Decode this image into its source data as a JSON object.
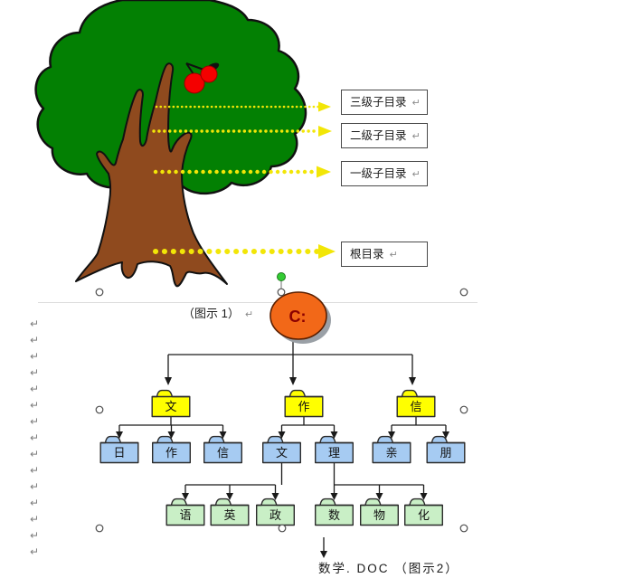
{
  "figure1": {
    "caption": "（图示 1）",
    "labels": [
      "三级子目录",
      "二级子目录",
      "一级子目录",
      "根目录"
    ]
  },
  "figure2": {
    "root_label": "C:",
    "level1": [
      "文",
      "作",
      "信"
    ],
    "level2": [
      "日",
      "作",
      "信",
      "文",
      "理",
      "亲",
      "朋"
    ],
    "level3": [
      "语",
      "英",
      "政",
      "数",
      "物",
      "化"
    ],
    "file_caption": "数学. DOC （图示2）"
  },
  "marks": {
    "paragraph_return": "↵"
  },
  "colors": {
    "tree_green": "#038003",
    "trunk_brown": "#8F4A1E",
    "cherry_red": "#F40000",
    "arrow_yellow": "#F2E607",
    "root_ellipse": "#F26818",
    "root_ellipse_shadow": "#9aa0a6",
    "root_text": "#8B0000",
    "folder_level1": "#FFFF00",
    "folder_level2": "#A6CBF2",
    "folder_level3": "#C9EFC6",
    "handle_green": "#33CC33"
  },
  "chart_data": {
    "type": "tree",
    "root": "C:",
    "edges": [
      {
        "parent": "C:",
        "children": [
          "文",
          "作",
          "信"
        ],
        "level": 1
      },
      {
        "parent": "文",
        "children": [
          "日",
          "作",
          "信"
        ],
        "level": 2
      },
      {
        "parent": "作",
        "children": [
          "文",
          "理"
        ],
        "level": 2
      },
      {
        "parent": "信",
        "children": [
          "亲",
          "朋"
        ],
        "level": 2
      },
      {
        "parent": "文(二级)",
        "children": [
          "语",
          "英",
          "政"
        ],
        "level": 3
      },
      {
        "parent": "理",
        "children": [
          "数",
          "物",
          "化"
        ],
        "level": 3
      },
      {
        "parent": "数",
        "children": [
          "数学.DOC"
        ],
        "level": 4
      }
    ],
    "tree_metaphor_labels": [
      "三级子目录",
      "二级子目录",
      "一级子目录",
      "根目录"
    ]
  }
}
